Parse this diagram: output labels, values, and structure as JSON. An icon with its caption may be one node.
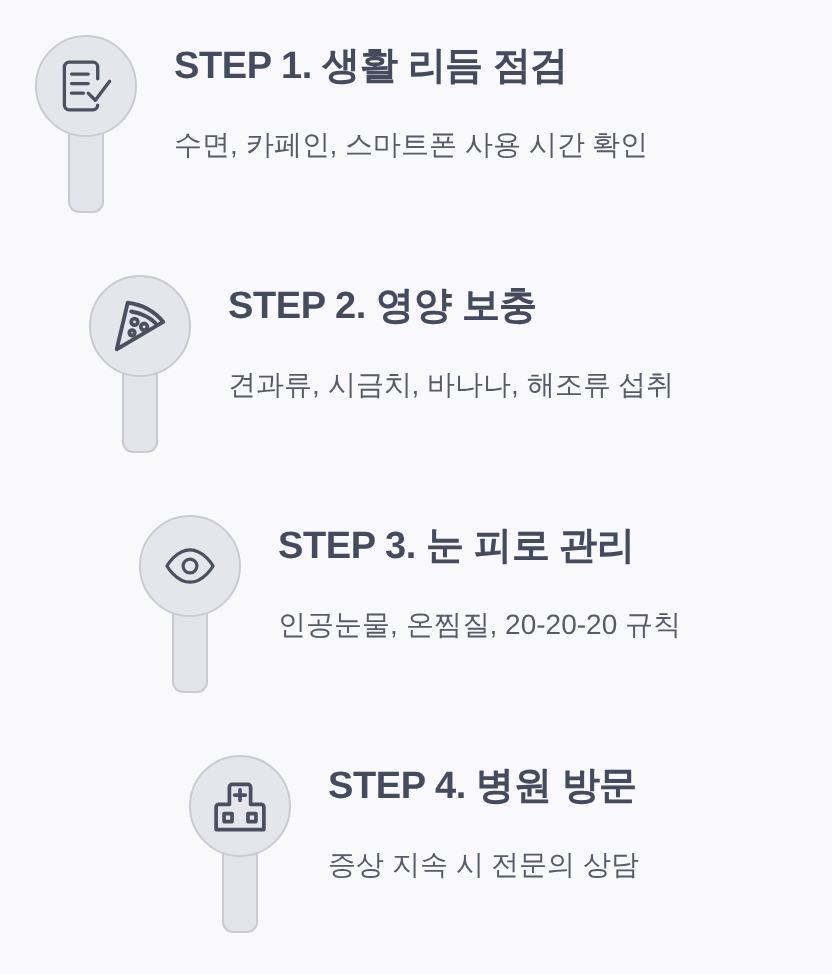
{
  "diagram": {
    "nodes": [
      {
        "text": [
          "STEP 1. 생활 리듬 점검",
          "수면, 카페인, 스마트폰 사용 시간 확인"
        ]
      },
      {
        "text": [
          "STEP 2. 영양 보충",
          "견과류, 시금치, 바나나, 해조류 섭취"
        ]
      },
      {
        "text": [
          "STEP 3. 눈 피로 관리",
          "인공눈물, 온찜질, 20-20-20 규칙"
        ]
      },
      {
        "text": [
          "STEP 4. 병원 방문",
          "증상 지속 시 전문의 상담"
        ]
      }
    ]
  }
}
